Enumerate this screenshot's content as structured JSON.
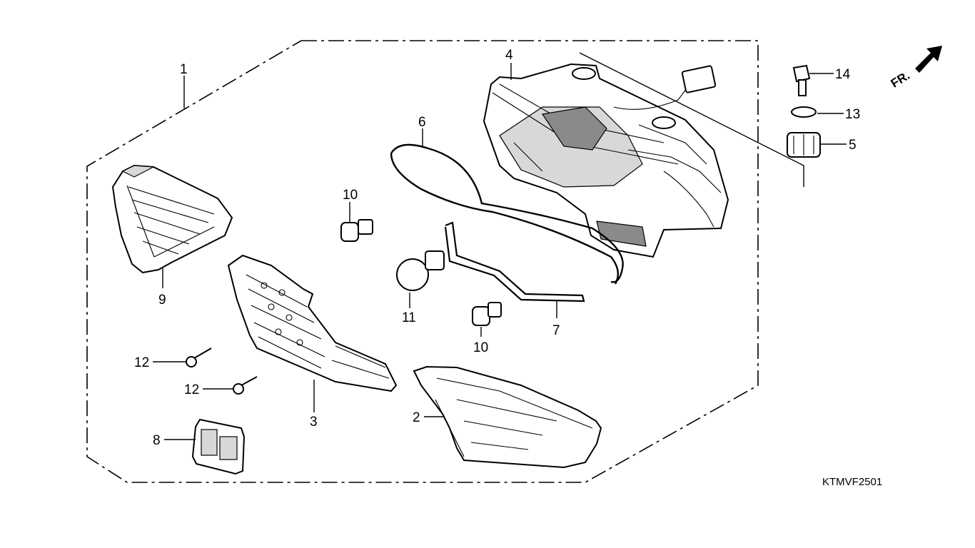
{
  "diagram_code": "KTMVF2501",
  "direction_marker": "FR.",
  "callouts": {
    "c1": "1",
    "c2": "2",
    "c3": "3",
    "c4": "4",
    "c5": "5",
    "c6": "6",
    "c7": "7",
    "c8": "8",
    "c9": "9",
    "c10a": "10",
    "c10b": "10",
    "c11": "11",
    "c12a": "12",
    "c12b": "12",
    "c13": "13",
    "c14": "14"
  }
}
